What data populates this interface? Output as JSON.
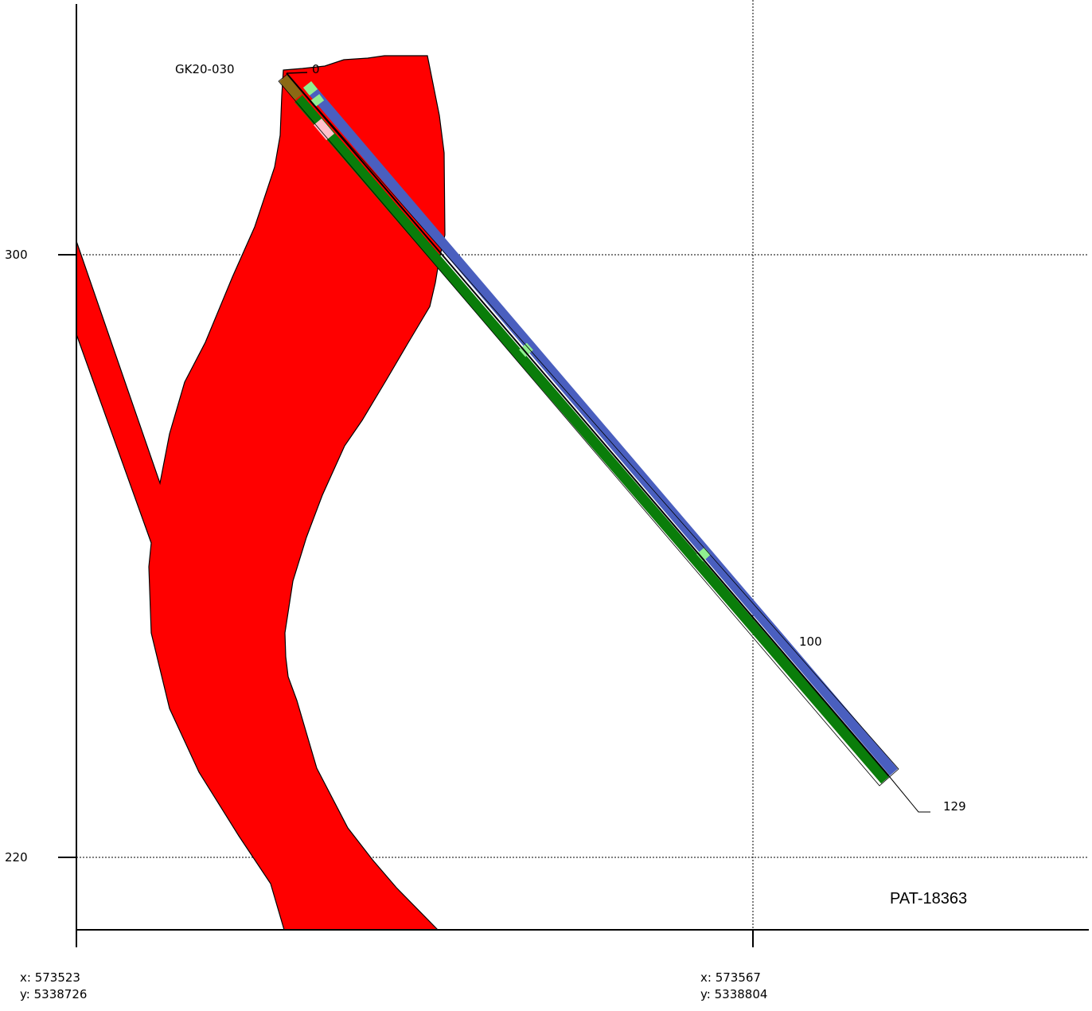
{
  "section": {
    "drillhole_name": "GK20-030",
    "section_id": "PAT-18363",
    "depth_start": "0",
    "depth_mid": "100",
    "depth_end": "129",
    "elevation_ticks": [
      "300",
      "220"
    ],
    "easting_ticks": [
      {
        "x_label": "x: 573523",
        "y_label": "y: 5338726"
      },
      {
        "x_label": "x: 573567",
        "y_label": "y: 5338804"
      }
    ]
  },
  "colors": {
    "geology_body": "#ff0000",
    "interval_blue": "#4a5fbf",
    "interval_green": "#0a7d0a",
    "interval_lightgreen": "#90ee90",
    "interval_pink": "#ffc0cb",
    "interval_brown": "#8b6914"
  }
}
